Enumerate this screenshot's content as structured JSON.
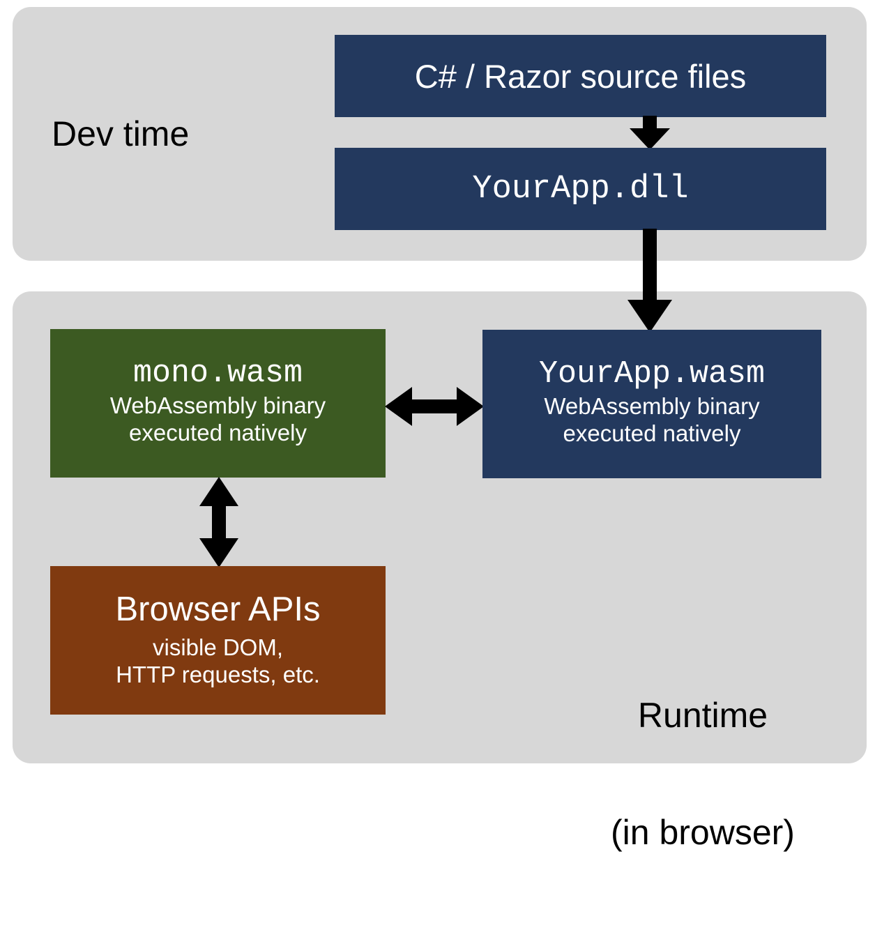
{
  "diagram": {
    "title": "Blazor WebAssembly dev-time to runtime architecture",
    "colors": {
      "panel": "#d7d7d7",
      "navy": "#23395e",
      "green": "#3c5a22",
      "brown": "#803a10",
      "arrow": "#000000",
      "box_text": "#ffffff",
      "label_text": "#000000",
      "background": "#ffffff"
    },
    "panels": [
      {
        "id": "dev",
        "label": "Dev time"
      },
      {
        "id": "runtime",
        "label_line1": "Runtime",
        "label_line2": "(in browser)"
      }
    ],
    "boxes": {
      "source": {
        "title": "C# / Razor source files",
        "color": "#23395e",
        "font": "sans"
      },
      "dll": {
        "title": "YourApp.dll",
        "color": "#23395e",
        "font": "mono"
      },
      "mono_wasm": {
        "title": "mono.wasm",
        "sub_line1": "WebAssembly binary",
        "sub_line2": "executed natively",
        "color": "#3c5a22",
        "font": "mono"
      },
      "yourapp_wasm": {
        "title": "YourApp.wasm",
        "sub_line1": "WebAssembly binary",
        "sub_line2": "executed natively",
        "color": "#23395e",
        "font": "mono"
      },
      "browser_apis": {
        "title": "Browser APIs",
        "sub_line1": "visible DOM,",
        "sub_line2": "HTTP requests, etc.",
        "color": "#803a10",
        "font": "sans"
      }
    },
    "arrows": [
      {
        "id": "source-to-dll",
        "kind": "down-arrow",
        "from": "source",
        "to": "dll"
      },
      {
        "id": "dll-to-wasm",
        "kind": "down-arrow",
        "from": "dll",
        "to": "yourapp_wasm"
      },
      {
        "id": "mono-to-wasm",
        "kind": "double-arrow-horizontal",
        "from": "mono_wasm",
        "to": "yourapp_wasm"
      },
      {
        "id": "mono-to-browser",
        "kind": "double-arrow-vertical",
        "from": "mono_wasm",
        "to": "browser_apis"
      }
    ]
  }
}
